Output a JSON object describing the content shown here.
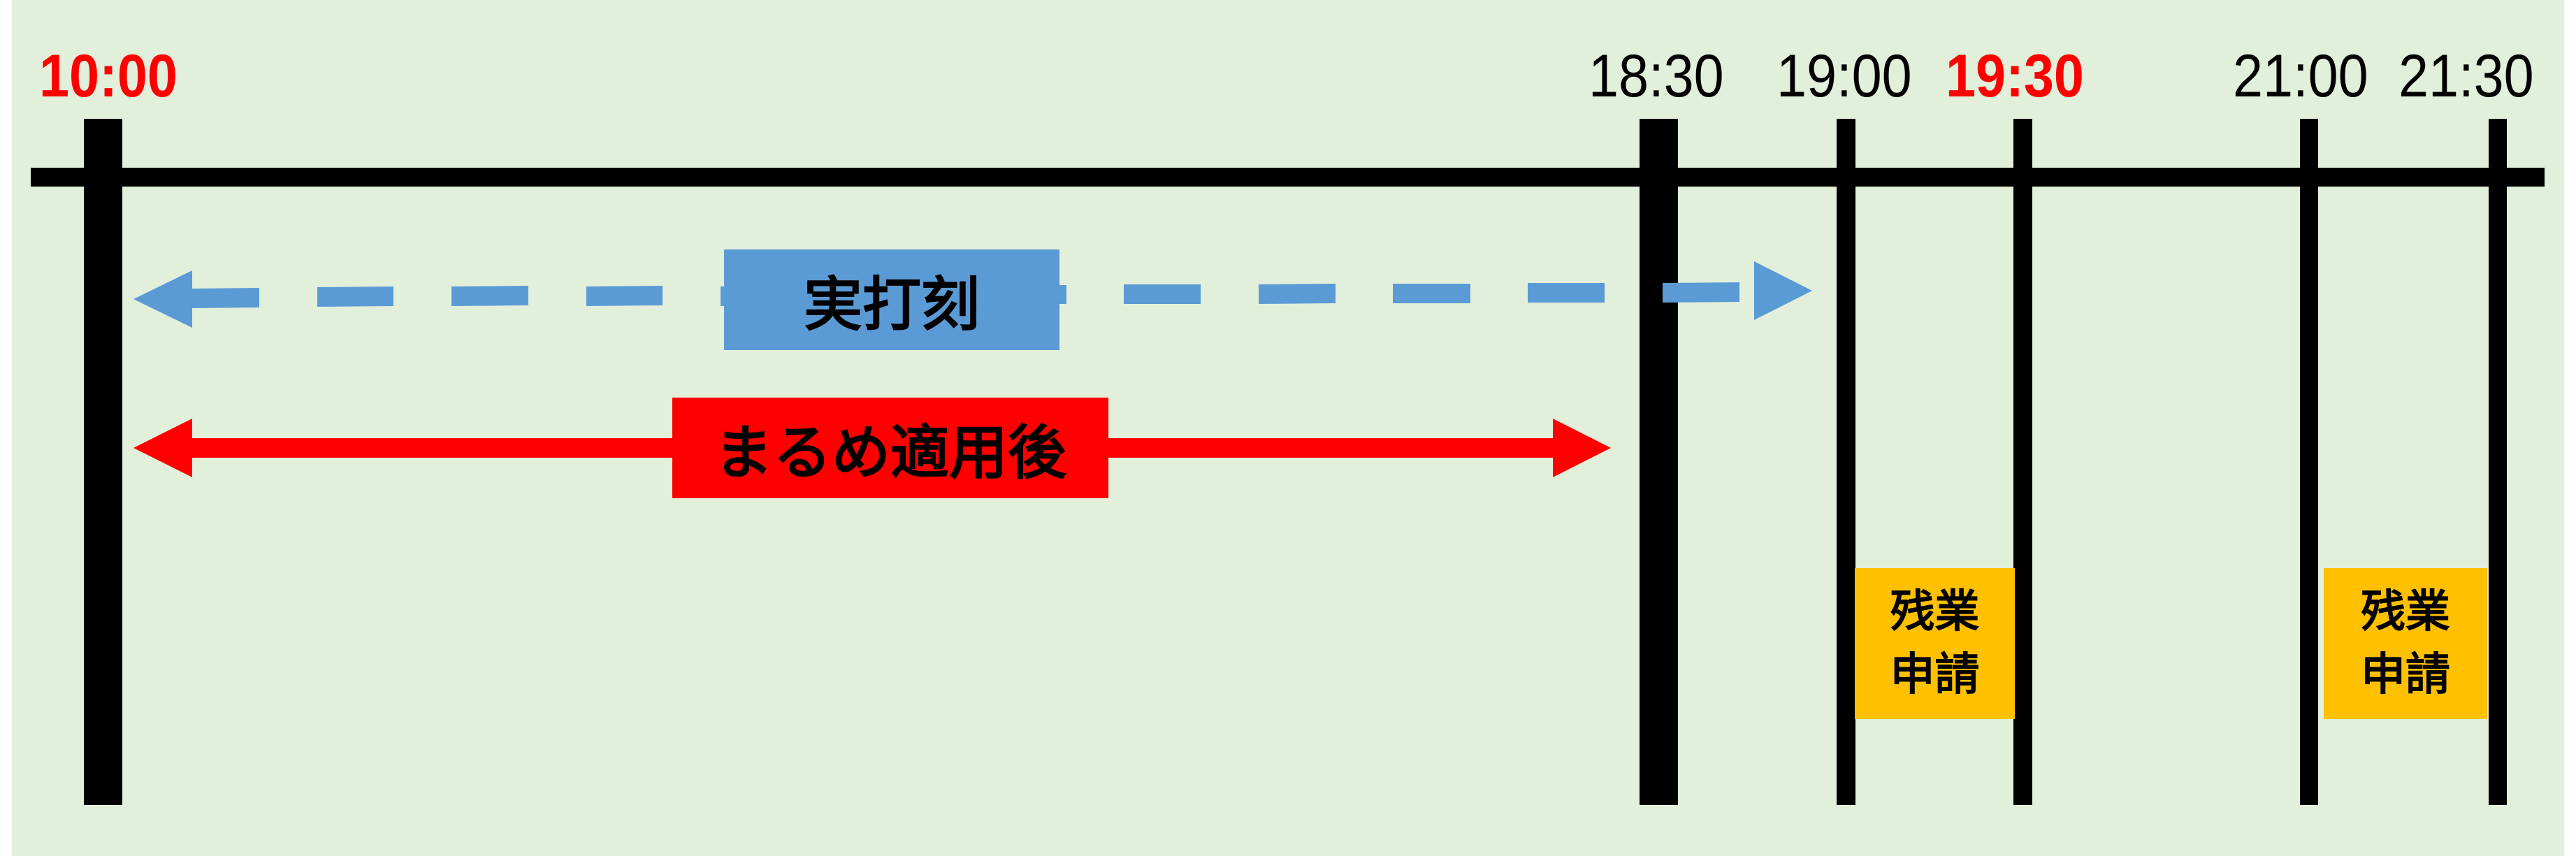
{
  "diagram": {
    "background_color": "#E2EFDA",
    "axis_color": "#000000",
    "time_labels": [
      {
        "text": "10:00",
        "color": "#FF0000",
        "bold": true
      },
      {
        "text": "18:30",
        "color": "#000000",
        "bold": false
      },
      {
        "text": "19:00",
        "color": "#000000",
        "bold": false
      },
      {
        "text": "19:30",
        "color": "#FF0000",
        "bold": true
      },
      {
        "text": "21:00",
        "color": "#000000",
        "bold": false
      },
      {
        "text": "21:30",
        "color": "#000000",
        "bold": false
      }
    ],
    "actual_punch": {
      "label": "実打刻",
      "color": "#5B9BD5",
      "style": "dashed",
      "from": "10:00",
      "to": "19:30"
    },
    "rounded": {
      "label": "まるめ適用後",
      "color": "#FF0000",
      "style": "solid",
      "from": "10:00",
      "to": "18:30"
    },
    "overtime_requests": [
      {
        "line1": "残業",
        "line2": "申請",
        "color": "#FFC000",
        "from": "19:00",
        "to": "19:30"
      },
      {
        "line1": "残業",
        "line2": "申請",
        "color": "#FFC000",
        "from": "21:00",
        "to": "21:30"
      }
    ]
  }
}
